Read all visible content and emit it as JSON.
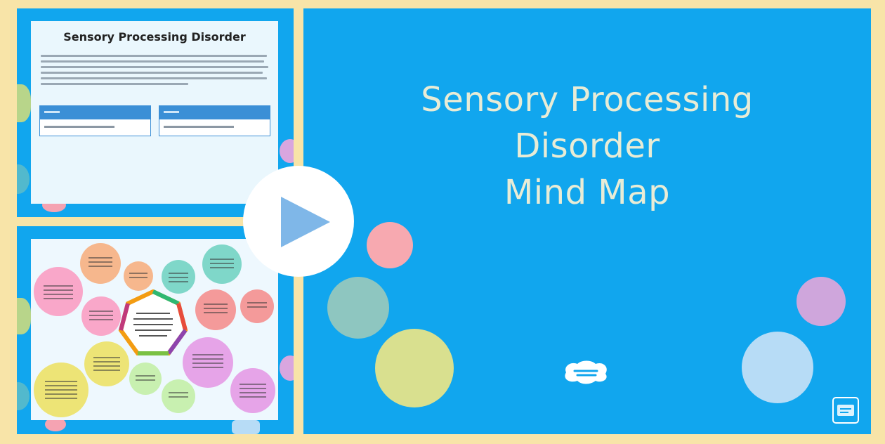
{
  "main_slide": {
    "title_line1": "Sensory Processing",
    "title_line2": "Disorder",
    "title_line3": "Mind Map",
    "background_color": "#11a6ee",
    "title_color": "#e8ecd6",
    "circle_colors": [
      "#f7a9b0",
      "#8ec6c0",
      "#d9e08f",
      "#cfa6dc",
      "#b7dcf6"
    ]
  },
  "thumbnail_1": {
    "title": "Sensory Processing Disorder"
  },
  "thumbnail_2": {
    "node_colors": [
      "#f9a7c9",
      "#f6b78d",
      "#7fd7c9",
      "#f49a9a",
      "#e6a4e8",
      "#ede476",
      "#c8f0b0",
      "#f3d7c0"
    ]
  },
  "play_button": {
    "icon": "play-icon",
    "color": "#7fb7e8"
  },
  "logo": {
    "icon": "twinkl-logo-icon"
  },
  "corner": {
    "icon": "presentation-icon"
  }
}
